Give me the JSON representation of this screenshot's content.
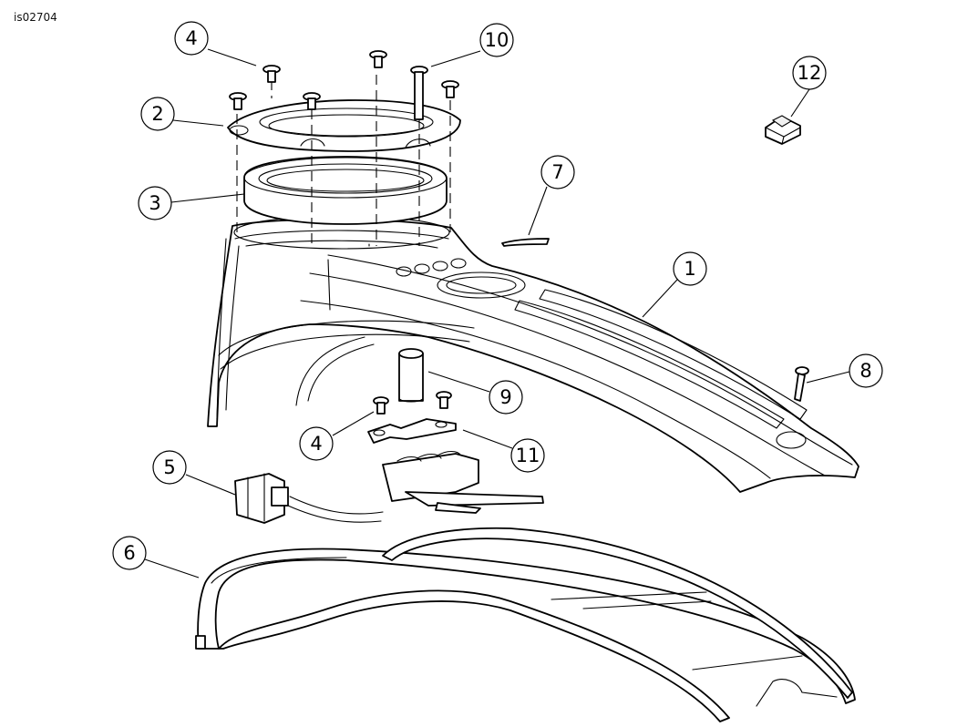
{
  "figure_id": "is02704",
  "callouts": [
    {
      "label": "4"
    },
    {
      "label": "10"
    },
    {
      "label": "12"
    },
    {
      "label": "2"
    },
    {
      "label": "3"
    },
    {
      "label": "7"
    },
    {
      "label": "1"
    },
    {
      "label": "8"
    },
    {
      "label": "9"
    },
    {
      "label": "4"
    },
    {
      "label": "11"
    },
    {
      "label": "5"
    },
    {
      "label": "6"
    }
  ]
}
